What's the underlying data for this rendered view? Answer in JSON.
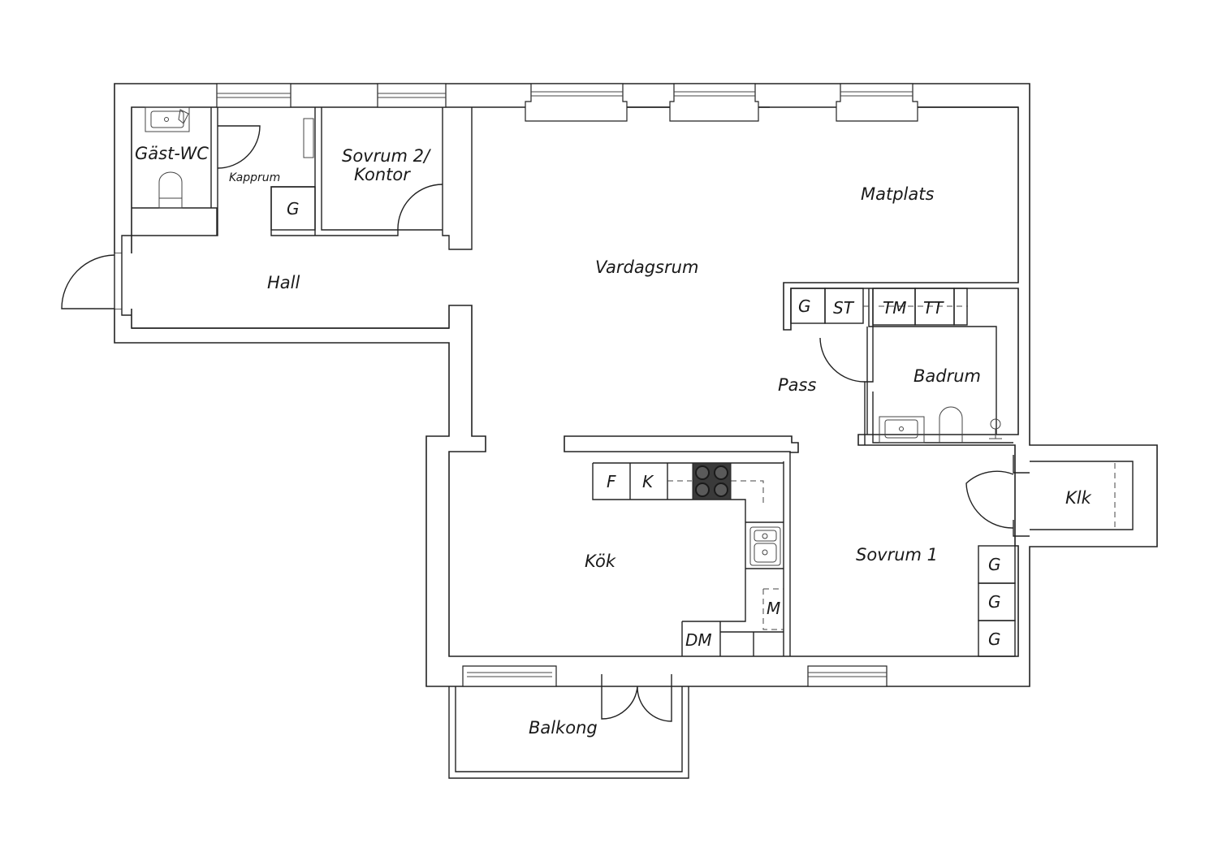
{
  "rooms": {
    "guest_wc": "Gäst-WC",
    "cloakroom": "Kapprum",
    "bedroom2_line1": "Sovrum 2/",
    "bedroom2_line2": "Kontor",
    "hall": "Hall",
    "living": "Vardagsrum",
    "dining": "Matplats",
    "passage": "Pass",
    "bathroom": "Badrum",
    "kitchen": "Kök",
    "bedroom1": "Sovrum 1",
    "walk_in": "Klk",
    "balcony": "Balkong"
  },
  "appliances": {
    "wardrobe_hall": "G",
    "wardrobe_pass": "G",
    "drying_cabinet": "ST",
    "washing_machine": "TM",
    "tumble_dryer": "TT",
    "freezer": "F",
    "fridge": "K",
    "microwave": "M",
    "dishwasher": "DM",
    "wardrobe_bed1": [
      "G",
      "G",
      "G"
    ]
  }
}
